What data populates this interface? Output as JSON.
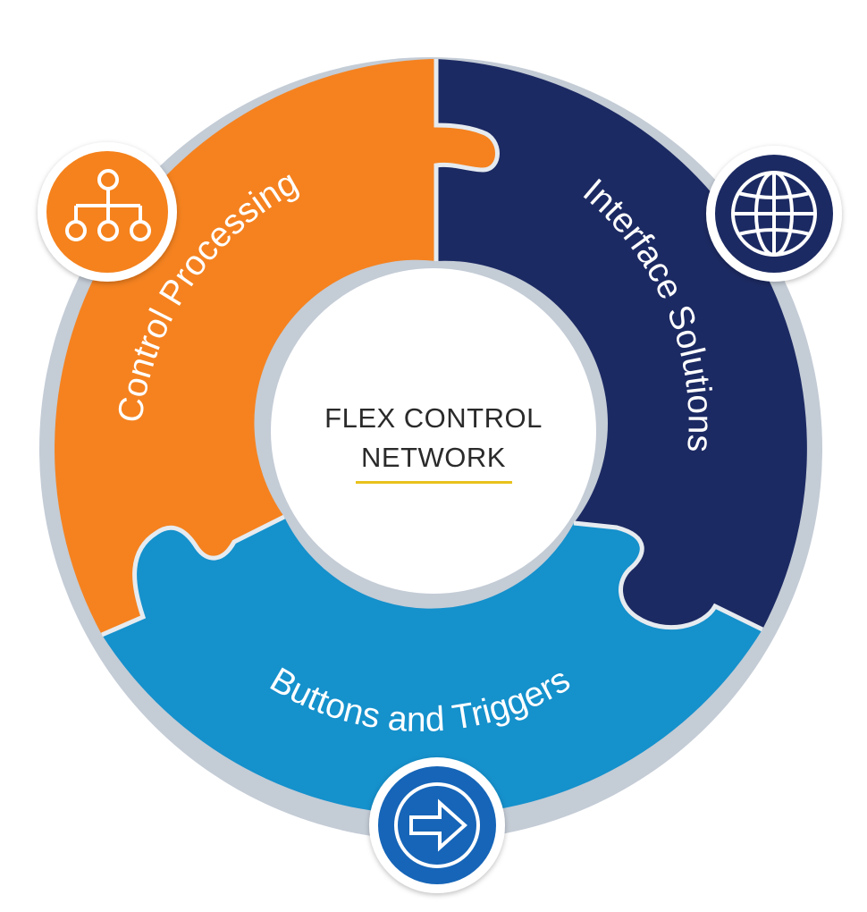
{
  "center": {
    "line1": "FLEX CONTROL",
    "line2": "NETWORK",
    "underline_color": "#e8c21c"
  },
  "segments": [
    {
      "id": "control-processing",
      "label": "Control Processing",
      "color": "#f5821f",
      "icon": "network-hierarchy-icon"
    },
    {
      "id": "interface-solutions",
      "label": "Interface Solutions",
      "color": "#1c2a63",
      "icon": "globe-icon"
    },
    {
      "id": "buttons-triggers",
      "label": "Buttons and Triggers",
      "color": "#1591cc",
      "icon": "arrow-right-icon"
    }
  ],
  "colors": {
    "ring_border": "#c4ccd6",
    "center_fill": "#ffffff",
    "badge_ring": "#ffffff",
    "arrow_badge": "#1565b8"
  }
}
